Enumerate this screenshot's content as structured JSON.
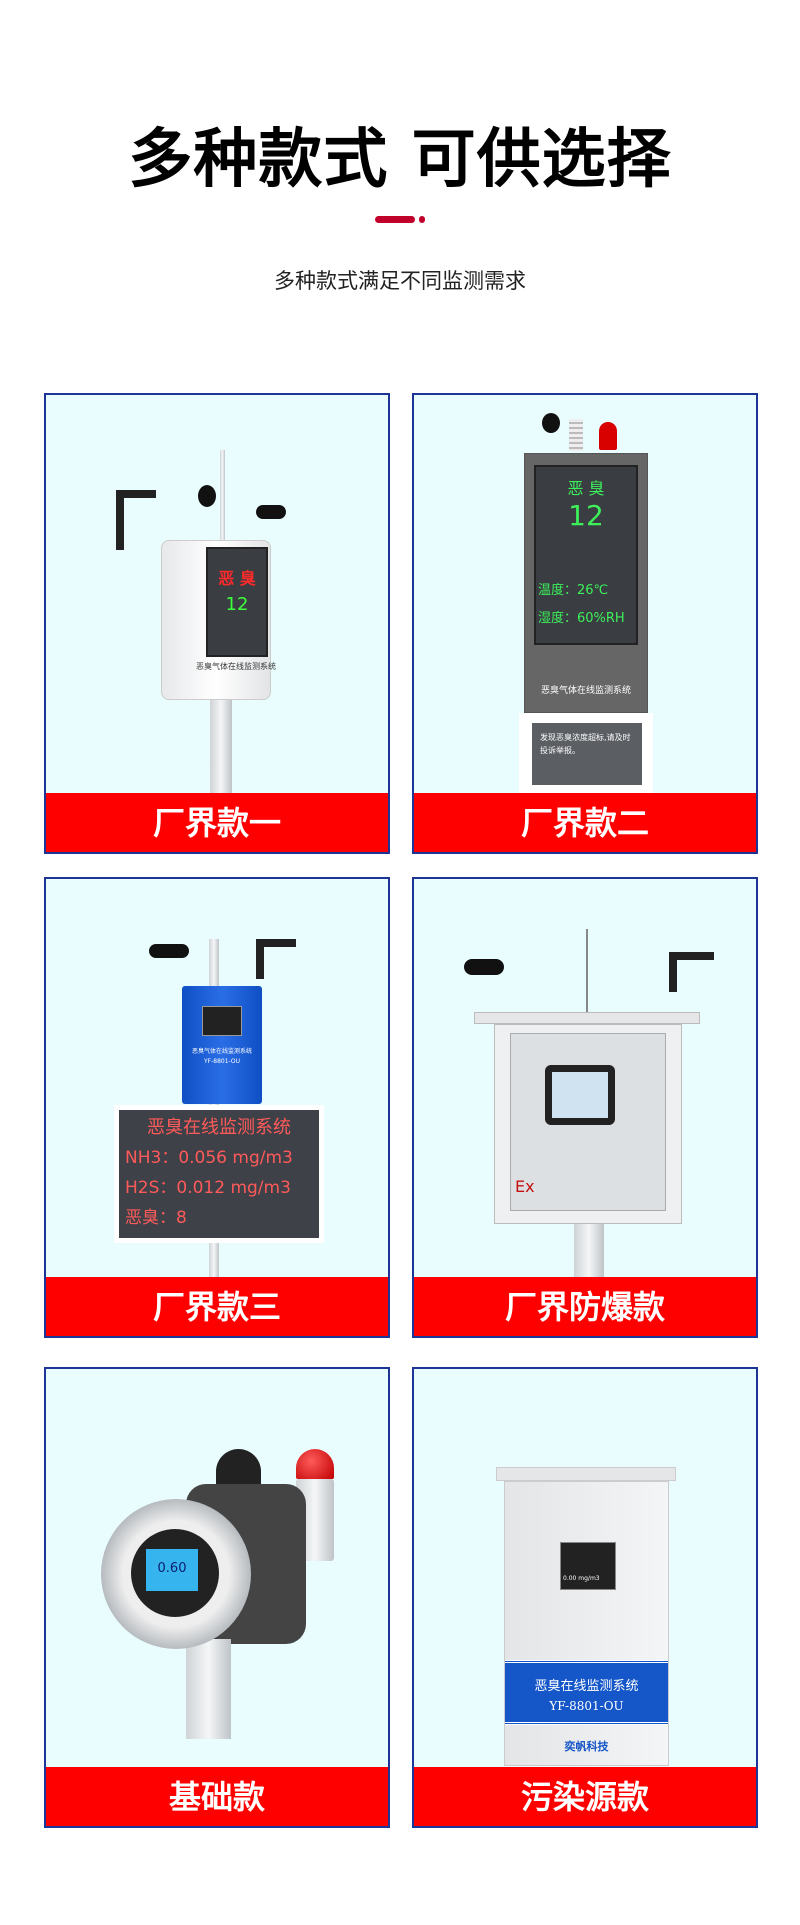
{
  "header": {
    "title": "多种款式  可供选择",
    "subtitle": "多种款式满足不同监测需求"
  },
  "colors": {
    "accent": "#fe0000",
    "divider": "#c0002a",
    "card_border": "#1c3596",
    "card_bg": "#e9fdfe"
  },
  "cards": [
    {
      "label": "厂界款一",
      "screen": {
        "title": "恶 臭",
        "value": "12"
      },
      "panel_text": "恶臭气体在线监测系统"
    },
    {
      "label": "厂界款二",
      "screen": {
        "title": "恶 臭",
        "value": "12",
        "temp": "温度：26℃",
        "humidity": "湿度：60%RH"
      },
      "panel_text": "恶臭气体在线监测系统",
      "notice": "发现恶臭浓度超标,请及时投诉举报。"
    },
    {
      "label": "厂界款三",
      "panel_text": "恶臭气体在线监测系统",
      "model": "YF-8801-OU",
      "led": {
        "title": "恶臭在线监测系统",
        "line1": "NH3：0.056 mg/m3",
        "line2": "H2S：0.012 mg/m3",
        "line3": "恶臭：8"
      }
    },
    {
      "label": "厂界防爆款",
      "mark": "Ex"
    },
    {
      "label": "基础款",
      "screen": {
        "value": "0.60"
      }
    },
    {
      "label": "污染源款",
      "screen": {
        "value": "0.00 mg/m3"
      },
      "panel_text": "恶臭在线监测系统",
      "model": "YF-8801-OU",
      "brand": "奕帆科技"
    }
  ]
}
